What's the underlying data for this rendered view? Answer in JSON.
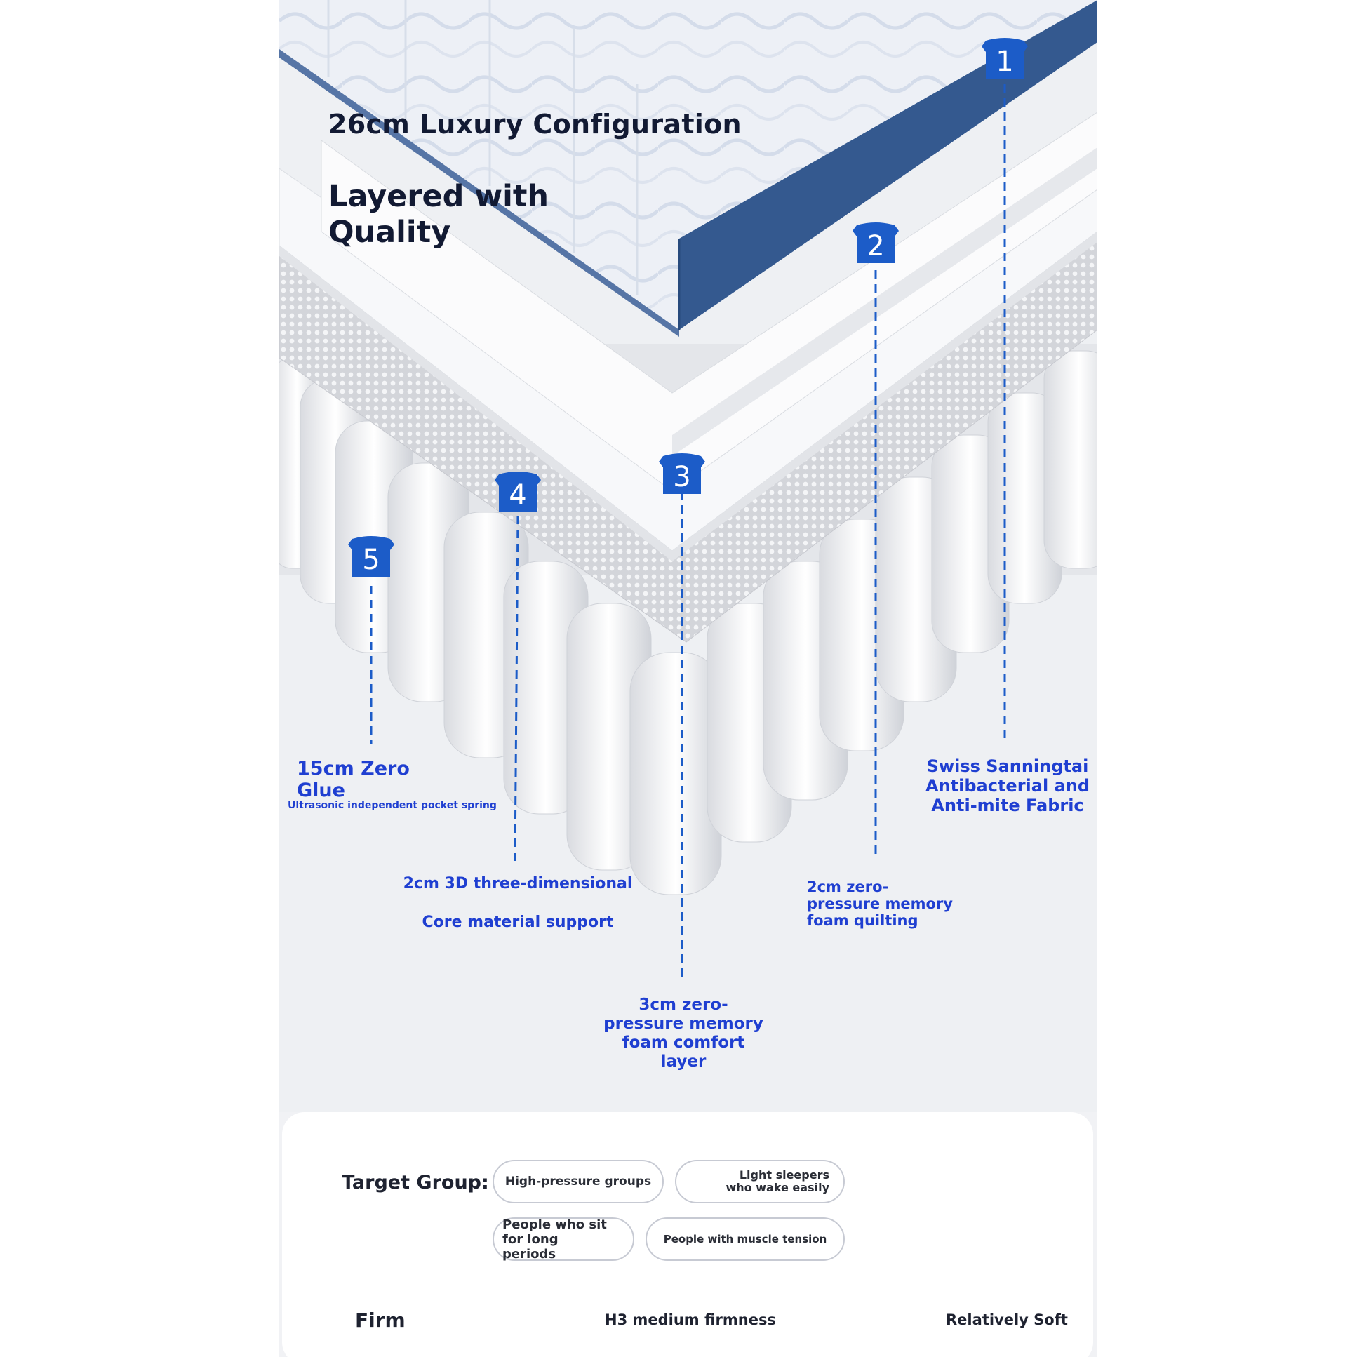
{
  "heading": {
    "config": "26cm Luxury Configuration",
    "tagline": "Layered with Quality"
  },
  "layers": [
    {
      "number": "1",
      "label": "Swiss Sanningtai Antibacterial and Anti-mite Fabric"
    },
    {
      "number": "2",
      "label": "2cm zero-pressure memory foam quilting"
    },
    {
      "number": "3",
      "label": "3cm zero-pressure memory foam comfort layer"
    },
    {
      "number": "4",
      "label_line1": "2cm 3D three-dimensional",
      "label_line2": "Core material support"
    },
    {
      "number": "5",
      "label": "15cm Zero Glue",
      "sublabel": "Ultrasonic independent pocket spring"
    }
  ],
  "target_group": {
    "label": "Target Group:",
    "chips": [
      "High-pressure groups",
      "Light sleepers who wake easily",
      "People who sit for long periods",
      "People with muscle tension"
    ]
  },
  "firmness": {
    "left": "Firm",
    "center": "H3 medium firmness",
    "right": "Relatively Soft"
  },
  "colors": {
    "badge": "#1c5cc8",
    "label_text": "#1f3fd1",
    "fabric_border": "#34598f",
    "heading_text": "#121a33"
  }
}
